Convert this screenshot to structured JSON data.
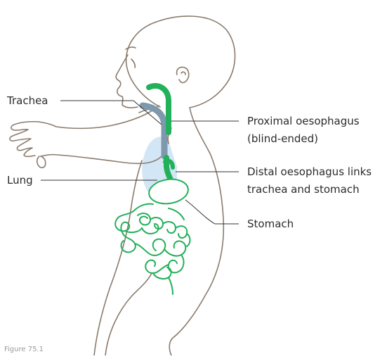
{
  "labels": {
    "trachea": "Trachea",
    "lung": "Lung",
    "proximal_line1": "Proximal oesophagus",
    "proximal_line2": "(blind-ended)",
    "distal_line1": "Distal oesophagus links",
    "distal_line2": "trachea and stomach",
    "stomach": "Stomach"
  },
  "caption": "Figure 75.1",
  "colors": {
    "outline": "#8a7b6c",
    "oesophagus": "#22b05a",
    "trachea": "#7e99ad",
    "lung": "#d3e6f6",
    "leader": "#333333"
  }
}
